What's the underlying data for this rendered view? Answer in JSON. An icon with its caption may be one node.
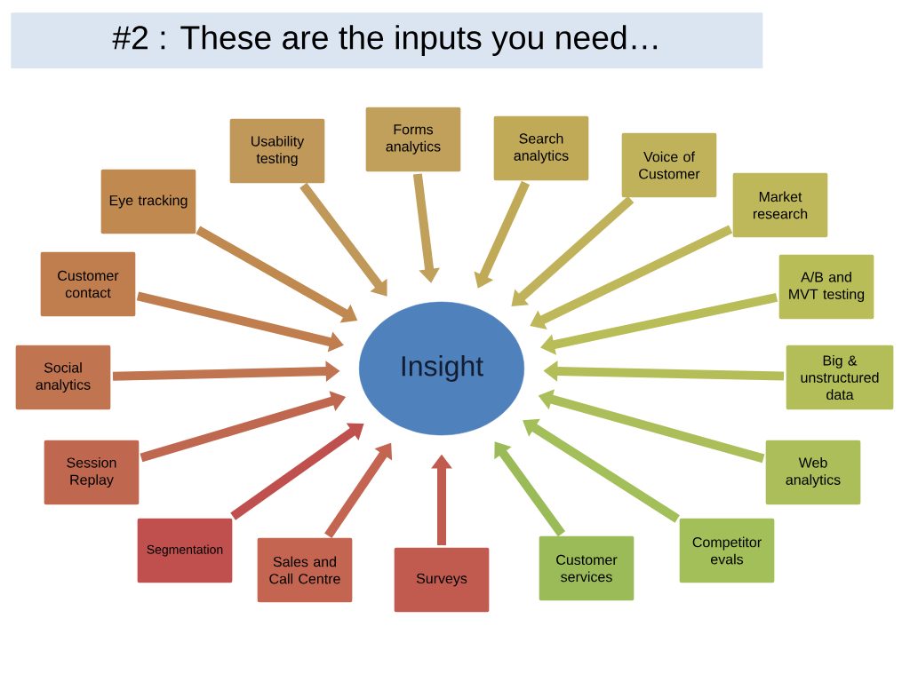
{
  "diagram": {
    "title": "#2 : These are the inputs you need…",
    "nodes": [
      {
        "text": [
          "Insight"
        ]
      },
      {
        "text": [
          "Eye tracking"
        ]
      },
      {
        "text": [
          "Usability testing"
        ]
      },
      {
        "text": [
          "Forms analytics"
        ]
      },
      {
        "text": [
          "Search analytics"
        ]
      },
      {
        "text": [
          "Voice of Customer"
        ]
      },
      {
        "text": [
          "Market research"
        ]
      },
      {
        "text": [
          "A/B and MVT testing"
        ]
      },
      {
        "text": [
          "Big & unstructured data"
        ]
      },
      {
        "text": [
          "Web analytics"
        ]
      },
      {
        "text": [
          "Competitor evals"
        ]
      },
      {
        "text": [
          "Customer services"
        ]
      },
      {
        "text": [
          "Surveys"
        ]
      },
      {
        "text": [
          "Sales and Call Centre"
        ]
      },
      {
        "text": [
          "Segmentation"
        ]
      },
      {
        "text": [
          "Session Replay"
        ]
      },
      {
        "text": [
          "Social analytics"
        ]
      },
      {
        "text": [
          "Customer contact"
        ]
      }
    ],
    "edges": [
      {
        "from": 1,
        "to": 0,
        "arrow": "to",
        "color": "#c0894f"
      },
      {
        "from": 2,
        "to": 0,
        "arrow": "to",
        "color": "#c0985a"
      },
      {
        "from": 3,
        "to": 0,
        "arrow": "to",
        "color": "#c0a05a"
      },
      {
        "from": 4,
        "to": 0,
        "arrow": "to",
        "color": "#c0aa58"
      },
      {
        "from": 5,
        "to": 0,
        "arrow": "to",
        "color": "#c0b25a"
      },
      {
        "from": 6,
        "to": 0,
        "arrow": "to",
        "color": "#bfb85a"
      },
      {
        "from": 7,
        "to": 0,
        "arrow": "to",
        "color": "#b9bd58"
      },
      {
        "from": 8,
        "to": 0,
        "arrow": "to",
        "color": "#b4be58"
      },
      {
        "from": 9,
        "to": 0,
        "arrow": "to",
        "color": "#acbe5a"
      },
      {
        "from": 10,
        "to": 0,
        "arrow": "to",
        "color": "#a2bf5a"
      },
      {
        "from": 11,
        "to": 0,
        "arrow": "to",
        "color": "#9bbb59"
      },
      {
        "from": 12,
        "to": 0,
        "arrow": "to",
        "color": "#c25b4f"
      },
      {
        "from": 13,
        "to": 0,
        "arrow": "to",
        "color": "#c46551"
      },
      {
        "from": 14,
        "to": 0,
        "arrow": "to",
        "color": "#c0504d"
      },
      {
        "from": 15,
        "to": 0,
        "arrow": "to",
        "color": "#c0684f"
      },
      {
        "from": 16,
        "to": 0,
        "arrow": "to",
        "color": "#c0744f"
      },
      {
        "from": 17,
        "to": 0,
        "arrow": "to",
        "color": "#c07e4f"
      }
    ]
  }
}
